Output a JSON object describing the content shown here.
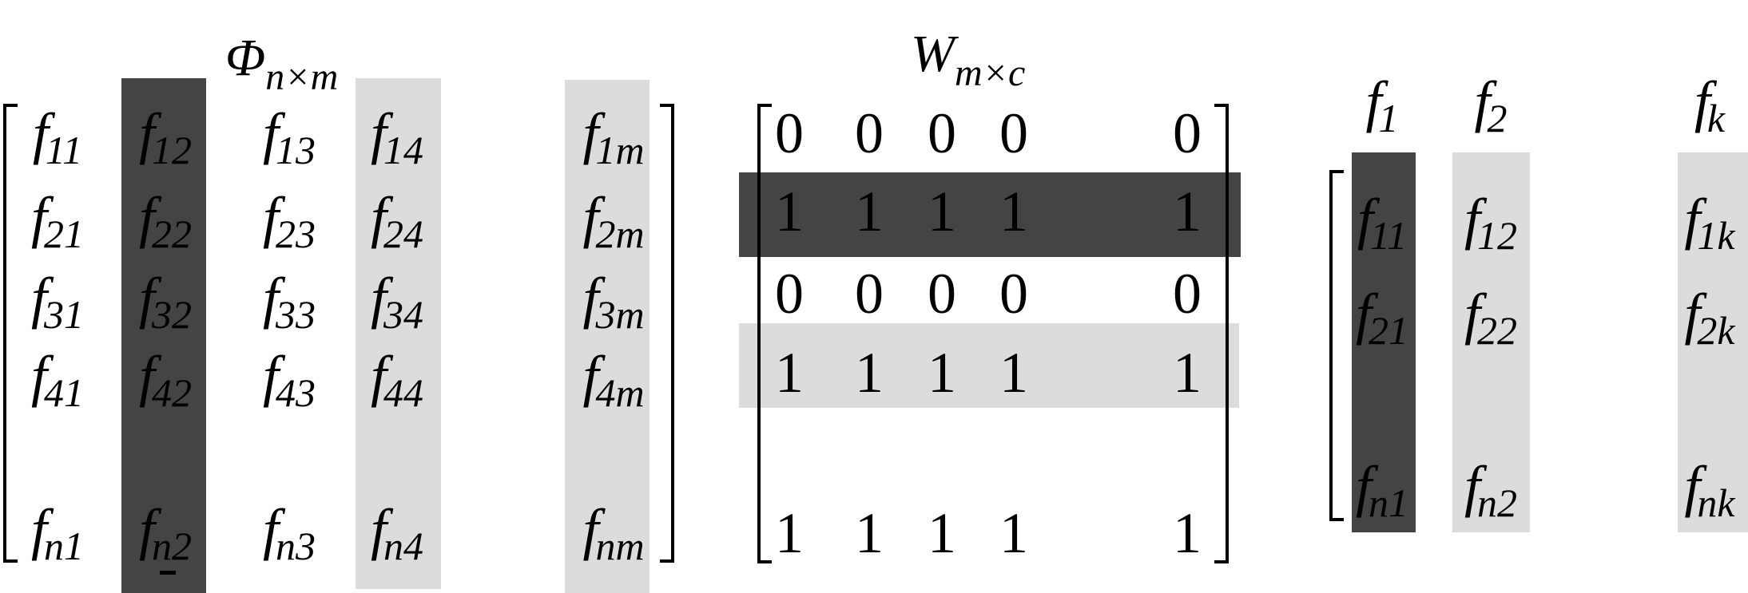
{
  "phi": {
    "title": "Φ",
    "title_sub": "n×m",
    "rows": [
      [
        "11",
        "12",
        "13",
        "14",
        "1m"
      ],
      [
        "21",
        "22",
        "23",
        "24",
        "2m"
      ],
      [
        "31",
        "32",
        "33",
        "34",
        "3m"
      ],
      [
        "41",
        "42",
        "43",
        "44",
        "4m"
      ],
      [
        "n1",
        "n2",
        "n3",
        "n4",
        "nm"
      ]
    ]
  },
  "w": {
    "title": "W",
    "title_sub": "m×c",
    "rows": [
      [
        "0",
        "0",
        "0",
        "0",
        "0"
      ],
      [
        "1",
        "1",
        "1",
        "1",
        "1"
      ],
      [
        "0",
        "0",
        "0",
        "0",
        "0"
      ],
      [
        "1",
        "1",
        "1",
        "1",
        "1"
      ],
      [
        "1",
        "1",
        "1",
        "1",
        "1"
      ]
    ]
  },
  "f": {
    "letter": "f",
    "headers": [
      "1",
      "2",
      "k"
    ],
    "rows": [
      [
        "11",
        "12",
        "1k"
      ],
      [
        "21",
        "22",
        "2k"
      ],
      [
        "n1",
        "n2",
        "nk"
      ]
    ]
  },
  "colors": {
    "dark": "#444444",
    "light": "#dcdcdc"
  }
}
